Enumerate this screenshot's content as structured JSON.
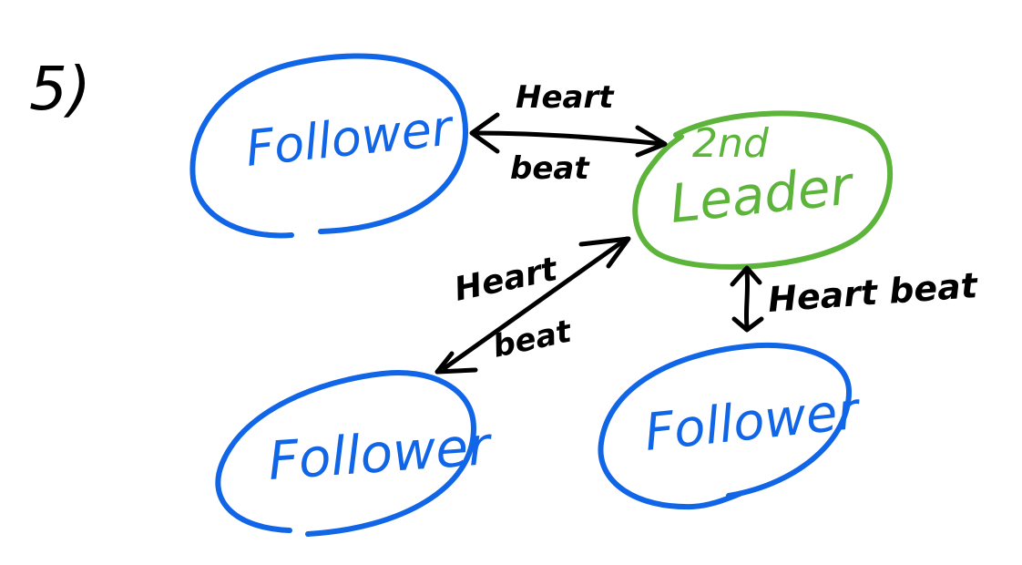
{
  "problem_number": "5)",
  "nodes": {
    "follower_top": {
      "label": "Follower",
      "role": "follower"
    },
    "leader": {
      "label": "Leader",
      "role": "leader",
      "annotation": "2nd"
    },
    "follower_bottom_left": {
      "label": "Follower",
      "role": "follower"
    },
    "follower_bottom_right": {
      "label": "Follower",
      "role": "follower"
    }
  },
  "edges": [
    {
      "from": "follower_top",
      "to": "leader",
      "label_line1": "Heart",
      "label_line2": "beat",
      "direction": "both"
    },
    {
      "from": "leader",
      "to": "follower_bottom_left",
      "label_line1": "Heart",
      "label_line2": "beat",
      "direction": "both"
    },
    {
      "from": "leader",
      "to": "follower_bottom_right",
      "label": "Heart beat",
      "direction": "both"
    }
  ],
  "colors": {
    "follower": "#1166e8",
    "leader": "#5cb53a",
    "ink": "#000000"
  }
}
